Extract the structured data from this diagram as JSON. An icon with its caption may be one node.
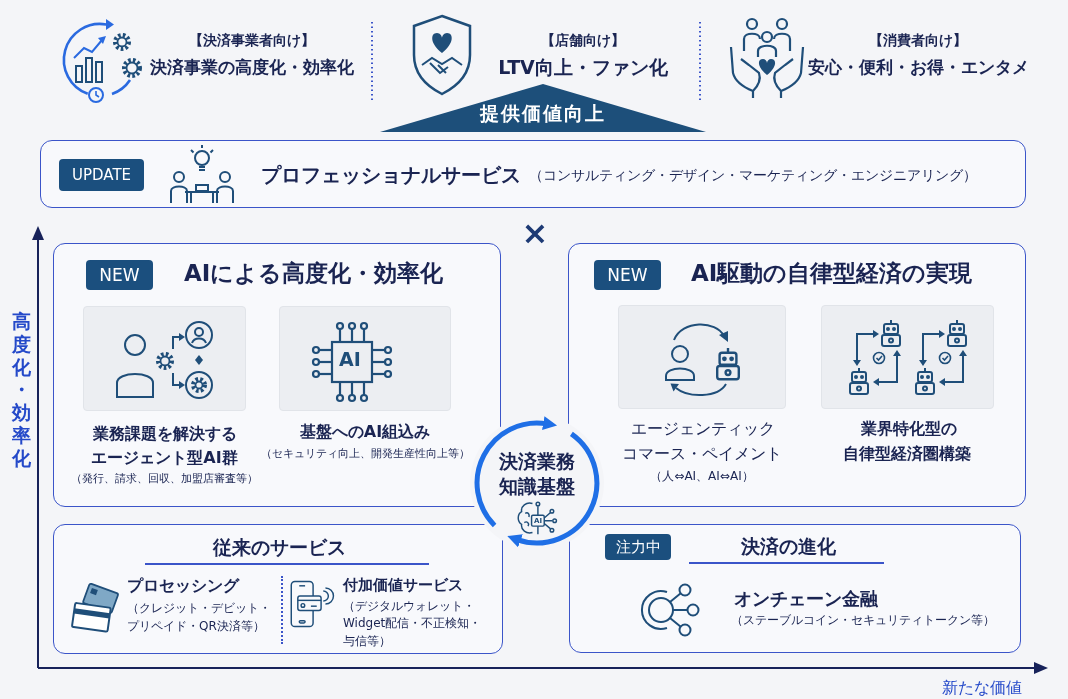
{
  "diagram": {
    "nodes": [
      {
        "text": [
          "提供価値向上"
        ]
      },
      {
        "text": [
          "プロフェッショナルサービス",
          "（コンサルティング・デザイン・マーケティング・エンジニアリング）"
        ]
      },
      {
        "text": [
          "UPDATE"
        ],
        "in": 1
      },
      {
        "text": [
          "AIによる高度化・効率化"
        ]
      },
      {
        "text": [
          "NEW"
        ],
        "in": 3
      },
      {
        "text": [
          "業務課題を解決するエージェント型AI群",
          "（発行、請求、回収、加盟店審査等）"
        ],
        "in": 3
      },
      {
        "text": [
          "基盤へのAI組込み",
          "（セキュリティ向上、開発生産性向上等）"
        ],
        "in": 3
      },
      {
        "text": [
          "AI駆動の自律型経済の実現"
        ]
      },
      {
        "text": [
          "NEW"
        ],
        "in": 7
      },
      {
        "text": [
          "エージェンティックコマース・ペイメント",
          "（人⇔AI、AI⇔AI）"
        ],
        "in": 7
      },
      {
        "text": [
          "業界特化型の自律型経済圏構築"
        ],
        "in": 7
      },
      {
        "text": [
          "決済業務知識基盤"
        ]
      },
      {
        "text": [
          "従来のサービス"
        ]
      },
      {
        "text": [
          "プロセッシング",
          "（クレジット・デビット・プリペイド・QR決済等）"
        ],
        "in": 12
      },
      {
        "text": [
          "付加価値サービス",
          "（デジタルウォレット・Widget配信・不正検知・与信等）"
        ],
        "in": 12
      },
      {
        "text": [
          "決済の進化"
        ]
      },
      {
        "text": [
          "注力中"
        ],
        "in": 15
      },
      {
        "text": [
          "オンチェーン金融",
          "（ステーブルコイン・セキュリティトークン等）"
        ],
        "in": 15
      }
    ],
    "labels": [
      "【決済事業者向け】",
      "決済事業の高度化・効率化",
      "【店舗向け】",
      "LTV向上・ファン化",
      "【消費者向け】",
      "安心・便利・お得・エンタメ",
      "×",
      "高度化・効率化",
      "AI",
      "AI",
      "新たな価値"
    ]
  }
}
